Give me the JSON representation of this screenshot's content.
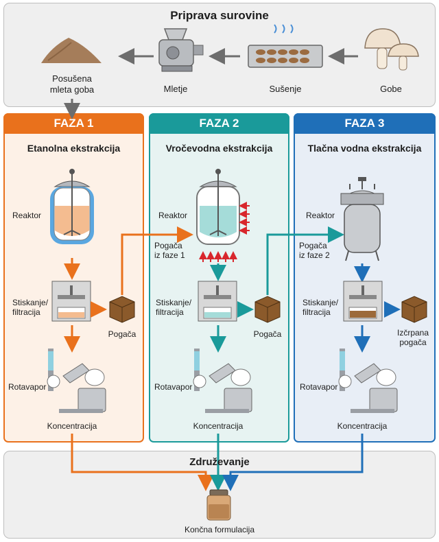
{
  "prep": {
    "title": "Priprava surovine",
    "steps": [
      {
        "label": "Posušena\nmleta goba",
        "icon": "powder-pile-icon"
      },
      {
        "label": "Mletje",
        "icon": "grinder-icon"
      },
      {
        "label": "Sušenje",
        "icon": "drying-tray-icon"
      },
      {
        "label": "Gobe",
        "icon": "mushroom-icon"
      }
    ]
  },
  "phases": [
    {
      "header": "FAZA 1",
      "subtitle": "Etanolna ekstrakcija",
      "reactor_label": "Reaktor",
      "press_label": "Stiskanje/\nfiltracija",
      "cake_label": "Pogača",
      "rotavapor_label": "Rotavapor",
      "concentration_label": "Koncentracija",
      "color": "#E9711C"
    },
    {
      "header": "FAZA 2",
      "subtitle": "Vročevodna ekstrakcija",
      "reactor_label": "Reaktor",
      "input_label": "Pogača\niz faze 1",
      "press_label": "Stiskanje/\nfiltracija",
      "cake_label": "Pogača",
      "rotavapor_label": "Rotavapor",
      "concentration_label": "Koncentracija",
      "color": "#1A9A9A"
    },
    {
      "header": "FAZA 3",
      "subtitle": "Tlačna vodna ekstrakcija",
      "reactor_label": "Reaktor",
      "input_label": "Pogača\niz faze 2",
      "press_label": "Stiskanje/\nfiltracija",
      "cake_label": "Izčrpana\npogača",
      "rotavapor_label": "Rotavapor",
      "concentration_label": "Koncentracija",
      "color": "#1F6FB8"
    }
  ],
  "merge": {
    "title": "Združevanje",
    "final_label": "Končna formulacija",
    "icon": "jar-icon"
  },
  "colors": {
    "orange": "#E9711C",
    "teal": "#1A9A9A",
    "blue": "#1F6FB8",
    "gray_arrow": "#6d6d6d",
    "heat_arrow": "#D8262C"
  }
}
